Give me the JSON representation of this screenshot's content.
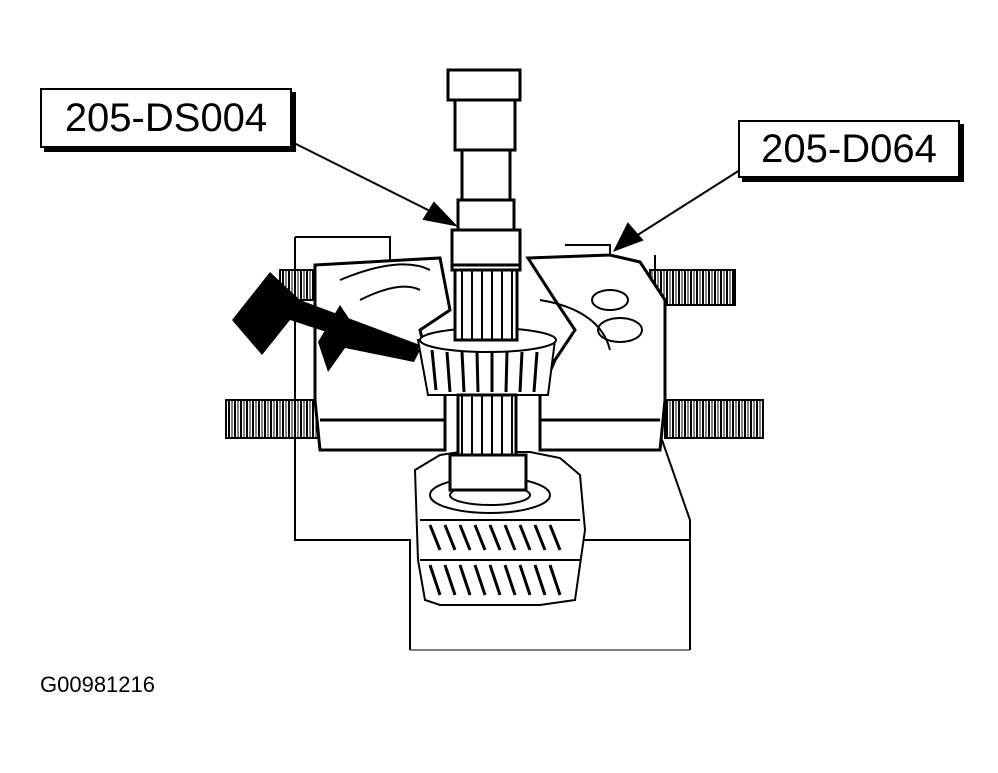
{
  "callouts": {
    "puller_tool": "205-DS004",
    "bearing_separator": "205-D064"
  },
  "figure_id": "G00981216",
  "colors": {
    "ink": "#000000",
    "paper": "#ffffff"
  },
  "icons": [
    "pointer-arrow-icon"
  ]
}
